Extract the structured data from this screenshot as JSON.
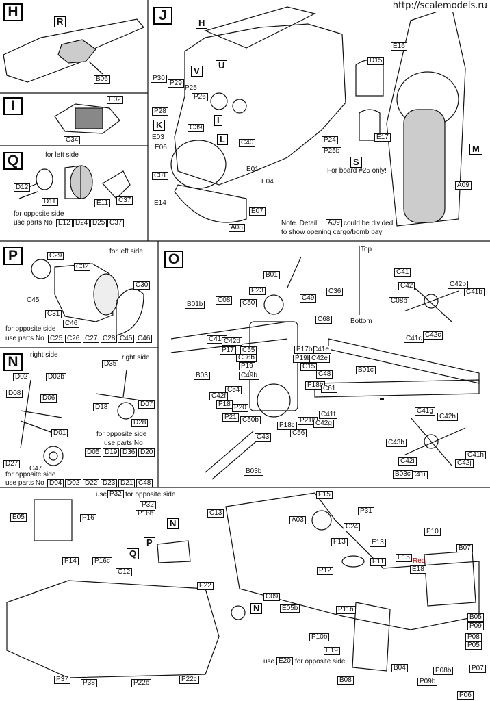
{
  "watermark": "http://scalemodels.ru",
  "sections": {
    "H": {
      "label": "H",
      "callout": "R",
      "parts": [
        "B06"
      ]
    },
    "I": {
      "label": "I",
      "parts": [
        "E02",
        "C34"
      ]
    },
    "Q": {
      "label": "Q",
      "note_top": "for left side",
      "parts": [
        "D12",
        "D11",
        "E11",
        "C37"
      ],
      "note_opposite": "for opposite side",
      "note_use": "use parts No",
      "opposite_parts": [
        "E12",
        "D24",
        "D25",
        "C37"
      ]
    },
    "J": {
      "label": "J",
      "callouts": [
        "H",
        "V",
        "U",
        "K",
        "L",
        "I",
        "S",
        "M"
      ],
      "parts": [
        "P30",
        "P29",
        "P25",
        "P26",
        "P28",
        "C39",
        "E03",
        "E06",
        "C01",
        "E14",
        "A08",
        "C40",
        "E01",
        "E04",
        "E07",
        "P24",
        "P25b",
        "E16",
        "D15",
        "E17",
        "A09"
      ],
      "board_note": "For board #25 only!",
      "note_line1": "Note. Detail",
      "note_ref": "A09",
      "note_line1b": "could be divided",
      "note_line2": "to show opening cargo/bomb bay"
    },
    "P": {
      "label": "P",
      "note_top": "for left side",
      "parts": [
        "C29",
        "C32",
        "C30",
        "C45",
        "C31",
        "C46"
      ],
      "note_opposite": "for opposite side",
      "note_use": "use parts No",
      "opposite_parts": [
        "C25",
        "C26",
        "C27",
        "C28",
        "C45",
        "C46"
      ]
    },
    "O": {
      "label": "O",
      "top": "Top",
      "bottom": "Bottom",
      "parts": [
        "B01",
        "C36",
        "C41",
        "C42",
        "C08",
        "C50",
        "P23",
        "C49",
        "C68",
        "C42b",
        "C41b",
        "C08b",
        "C41c",
        "C42c",
        "B01b",
        "C41d",
        "C42d",
        "P17",
        "C55",
        "C41e",
        "C36b",
        "P19",
        "P17b",
        "P19b",
        "C42e",
        "C15",
        "B03",
        "C48",
        "C49b",
        "C54",
        "C42f",
        "P18",
        "P18b",
        "P20",
        "C61",
        "P21",
        "C50b",
        "P18c",
        "P21b",
        "C43",
        "C56",
        "C41f",
        "C42g",
        "B03b",
        "B01c",
        "C41g",
        "C42h",
        "C43b",
        "C41h",
        "C42i",
        "C42j",
        "C41i",
        "B03c"
      ]
    },
    "N": {
      "label": "N",
      "note_right": "right side",
      "note_right2": "right side",
      "parts": [
        "D02",
        "D02b",
        "D35",
        "D08",
        "D06",
        "D18",
        "D07",
        "D28",
        "D01",
        "D27",
        "C47"
      ],
      "note_opposite1": "for opposite side",
      "note_use1": "use parts No",
      "opposite_parts1": [
        "D05",
        "D19",
        "D36",
        "D20"
      ],
      "note_opposite2": "for opposite side",
      "note_use2": "use parts No",
      "opposite_parts2": [
        "D04",
        "D02",
        "D22",
        "D23",
        "D21",
        "C48"
      ]
    },
    "bottom": {
      "use1": "use",
      "ref1": "P32",
      "for1": "for opposite side",
      "parts": [
        "P32",
        "P16",
        "E05",
        "P16b",
        "C13",
        "P15",
        "A03",
        "P31",
        "C24",
        "P14",
        "P16c",
        "C12",
        "P22",
        "P13",
        "E13",
        "P12",
        "P11",
        "E15",
        "E18",
        "P10",
        "B07",
        "C09",
        "E05b",
        "P11b",
        "B05",
        "P09",
        "P08",
        "P05",
        "P10b",
        "E19",
        "B04",
        "P08b",
        "P07",
        "P09b",
        "B08",
        "P06",
        "P37",
        "P38",
        "P22b",
        "P22c"
      ],
      "red_label": "Red",
      "use2": "use",
      "ref2": "E20",
      "for2": "for opposite side",
      "callouts": [
        "N",
        "P",
        "Q",
        "N"
      ]
    }
  }
}
